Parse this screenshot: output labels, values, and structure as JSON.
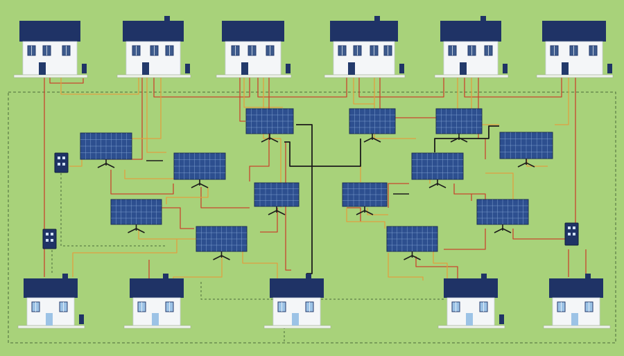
{
  "colors": {
    "background": "#a8d27a",
    "background_light": "#b7dc8c",
    "house_roof": "#1f3366",
    "house_wall": "#f4f6f8",
    "house_window": "#3d5a8c",
    "house_window_light": "#9cc3e6",
    "house_door": "#233a6b",
    "panel_blue": "#2d4f8f",
    "panel_grid": "#8fb0dc",
    "panel_frame": "#1b2d55",
    "wire_red": "#c8452d",
    "wire_orange": "#e0a040",
    "wire_black": "#1a1a1a",
    "grid_boundary": "#4a6a3a",
    "meter_box": "#1f3366"
  },
  "diagram": {
    "kind": "community solar microgrid",
    "houses_top_count": 6,
    "houses_bottom_count": 5,
    "solar_arrays_count": 13,
    "inverter_boxes_count": 3,
    "labels": []
  }
}
